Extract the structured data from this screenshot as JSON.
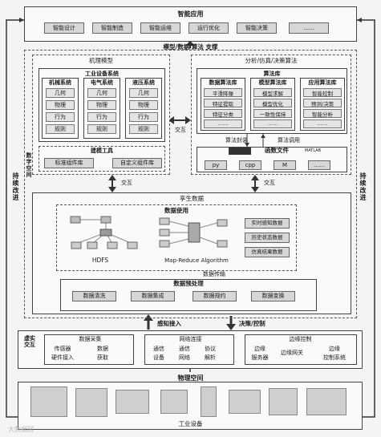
{
  "smart_apps": {
    "title": "智能应用",
    "items": [
      "智能设计",
      "智能制造",
      "智能运维",
      "运行优化",
      "智能决策",
      "……"
    ]
  },
  "support_label": "模型/数据/算法 支撑",
  "left_side_label": "持续改进",
  "right_side_label": "持续改进",
  "digital_space_label": "数字空间",
  "mechanism": {
    "title": "机理模型",
    "subsystem_title": "工业设备系统",
    "systems": [
      {
        "name": "机械系统",
        "rows": [
          "几何",
          "物理",
          "行为",
          "规则"
        ]
      },
      {
        "name": "电气系统",
        "rows": [
          "几何",
          "物理",
          "行为",
          "规则"
        ]
      },
      {
        "name": "液压系统",
        "rows": [
          "几何",
          "物理",
          "行为",
          "规则"
        ]
      }
    ],
    "tools_title": "建模工具",
    "tools": [
      "标准组件库",
      "自定义组件库"
    ]
  },
  "analysis": {
    "title": "分析/仿真/决策算法",
    "library_title": "算法库",
    "libraries": [
      {
        "name": "数据算法库",
        "rows": [
          "平滑降噪",
          "特征提取",
          "特征分类",
          "……"
        ]
      },
      {
        "name": "模型算法库",
        "rows": [
          "模型求解",
          "模型优化",
          "一致性保持",
          "……"
        ]
      },
      {
        "name": "应用算法库",
        "rows": [
          "智能控制",
          "预测/决策",
          "智能分析",
          "……"
        ]
      }
    ],
    "encapsulate_label": "算法封装",
    "call_label": "算法调用",
    "file_title": "函数文件",
    "matlab_label": "MATLAB",
    "files": [
      "py",
      "cpp",
      "M",
      "……"
    ]
  },
  "interact_labels": {
    "mid": "交互",
    "left_down": "交互",
    "right_down": "交互"
  },
  "twin_data": {
    "title": "孪生数据",
    "usage_title": "数据使用",
    "hdfs_label": "HDFS",
    "mapreduce_label": "Map-Reduce Algorithm",
    "data_types": [
      "实时感知数据",
      "历史状态数据",
      "仿真结果数据"
    ],
    "transfer_label": "数据传输",
    "preprocess_title": "数据预处理",
    "preprocess_items": [
      "数据清洗",
      "数据集成",
      "数据规约",
      "数据变换"
    ]
  },
  "arrows": {
    "sense_label": "感知接入",
    "decide_label": "决策/控制"
  },
  "virtual_real_label": "虚实交互",
  "interaction": {
    "groups": [
      {
        "title": "数据采集",
        "items": [
          "传感器",
          "数据",
          "硬件接入",
          "获取"
        ]
      },
      {
        "title": "网络连接",
        "items": [
          "通信",
          "通信",
          "协议",
          "设备",
          "网络",
          "解析"
        ]
      },
      {
        "title": "边缘控制",
        "items": [
          "边缘",
          "边缘网关",
          "边缘",
          "服务器",
          "控制系统"
        ]
      }
    ]
  },
  "physical_space": {
    "title": "物理空间",
    "equipment_label": "工业设备"
  },
  "watermark": "大数据园"
}
